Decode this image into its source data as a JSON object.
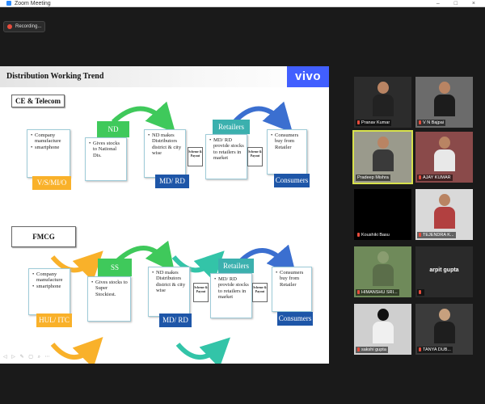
{
  "window": {
    "title": "Zoom Meeting",
    "controls": "– □ ×"
  },
  "recording": {
    "label": "Recording..."
  },
  "slide": {
    "title": "Distribution Working Trend",
    "brand": "vivo",
    "brand_color": "#415fff",
    "sections": [
      {
        "label": "CE & Telecom",
        "manufacturer_items": [
          "Company manufacture",
          "smartphone"
        ],
        "manufacturer_tag": "V/S/MI/O",
        "distributor_tag": "ND",
        "distributor_items": [
          "Gives stocks to National Dis."
        ],
        "middle_items": [
          "ND makes Distributors district & city wise"
        ],
        "middle_tag": "MD/ RD",
        "scheme_label": "Scheme & Payout",
        "retailer_tag": "Retailers",
        "retailer_items": [
          "MD/ RD provide stocks to retailers in market"
        ],
        "consumer_items": [
          "Consumers buy from Retailer"
        ],
        "consumer_tag": "Consumers"
      },
      {
        "label": "FMCG",
        "manufacturer_items": [
          "Company manufacture",
          "smartphone"
        ],
        "manufacturer_tag": "HUL/ ITC",
        "distributor_tag": "SS",
        "distributor_items": [
          "Gives stocks to Super Stockiest."
        ],
        "middle_items": [
          "ND makes Distributors district & city wise"
        ],
        "middle_tag": "MD/ RD",
        "scheme_label": "Scheme & Payout",
        "retailer_tag": "Retailers",
        "retailer_items": [
          "MD/ RD provide stocks to retailers in market"
        ],
        "consumer_items": [
          "Consumers buy from Retailer"
        ],
        "consumer_tag": "Consumers"
      }
    ],
    "arrow_colors": {
      "orange": "#f9b12a",
      "green": "#3fc95b",
      "blue": "#3b6fd0",
      "teal": "#33c4a8"
    }
  },
  "participants": [
    {
      "name": "Pranav Kumar",
      "muted": true,
      "video": true
    },
    {
      "name": "V N Bajpai",
      "muted": true,
      "video": true
    },
    {
      "name": "Pradeep Mishra",
      "muted": false,
      "video": true,
      "active": true
    },
    {
      "name": "AJAY KUMAR",
      "muted": true,
      "video": true
    },
    {
      "name": "Koushiki Basu",
      "muted": true,
      "video": true
    },
    {
      "name": "TEJENDRA K...",
      "muted": true,
      "video": true
    },
    {
      "name": "HIMANSHU SRI...",
      "muted": true,
      "video": true
    },
    {
      "name": "arpit gupta",
      "muted": true,
      "video": false
    },
    {
      "name": "sakshi gupta",
      "muted": true,
      "video": true
    },
    {
      "name": "TANYA DUB...",
      "muted": true,
      "video": true
    }
  ]
}
